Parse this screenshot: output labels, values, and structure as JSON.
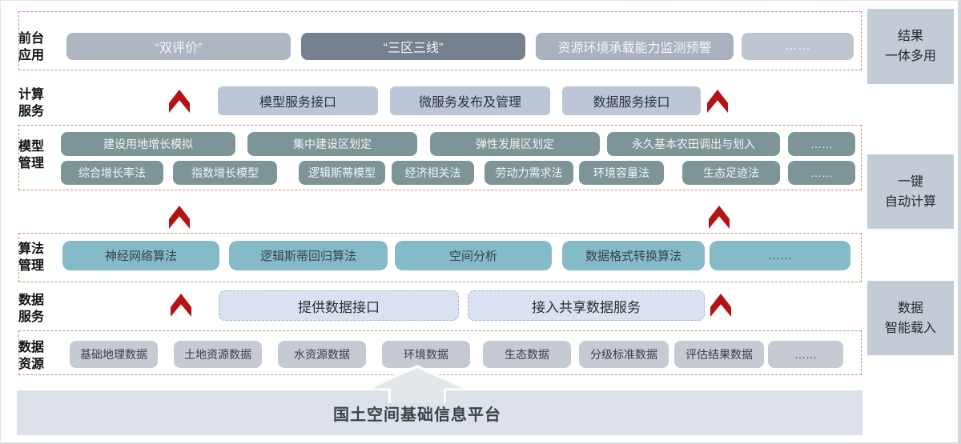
{
  "diagram": {
    "left_labels": [
      "前台应用",
      "计算服务",
      "模型管理",
      "算法管理",
      "数据服务",
      "数据资源"
    ],
    "frontend_apps": [
      "“双评价”",
      "“三区三线”",
      "资源环境承载能力监测预警",
      "……"
    ],
    "compute_services": [
      "模型服务接口",
      "微服务发布及管理",
      "数据服务接口"
    ],
    "model_mgmt_row1": [
      "建设用地增长模拟",
      "集中建设区划定",
      "弹性发展区划定",
      "永久基本农田调出与划入",
      "……"
    ],
    "model_mgmt_row2": [
      "综合增长率法",
      "指数增长模型",
      "逻辑斯蒂模型",
      "经济相关法",
      "劳动力需求法",
      "环境容量法",
      "生态足迹法",
      "……"
    ],
    "algorithms": [
      "神经网络算法",
      "逻辑斯蒂回归算法",
      "空间分析",
      "数据格式转换算法",
      "……"
    ],
    "data_services": [
      "提供数据接口",
      "接入共享数据服务"
    ],
    "data_resources": [
      "基础地理数据",
      "土地资源数据",
      "水资源数据",
      "环境数据",
      "生态数据",
      "分级标准数据",
      "评估结果数据",
      "……"
    ],
    "side_labels": [
      {
        "lines": [
          "结果",
          "一体多用"
        ]
      },
      {
        "lines": [
          "一键",
          "自动计算"
        ]
      },
      {
        "lines": [
          "数据",
          "智能载入"
        ]
      }
    ],
    "platform_title": "国土空间基础信息平台",
    "colors": {
      "arrow_red": "#b41314",
      "dashed_box_border": "#cf9070",
      "frontend_light": "#aeb6c2",
      "frontend_dark": "#75818f",
      "frontend_medium": "#a8b1bd",
      "frontend_dots": "#bfc6cf",
      "compute_fill": "#bcc6d6",
      "model_fill": "#7e9598",
      "algorithm_fill": "#85bac9",
      "data_service_fill": "#dae2f2",
      "data_resource_fill": "#c5cad3",
      "side_box_fill": "#c3ccd4",
      "platform_fill": "#dce2e8"
    }
  }
}
